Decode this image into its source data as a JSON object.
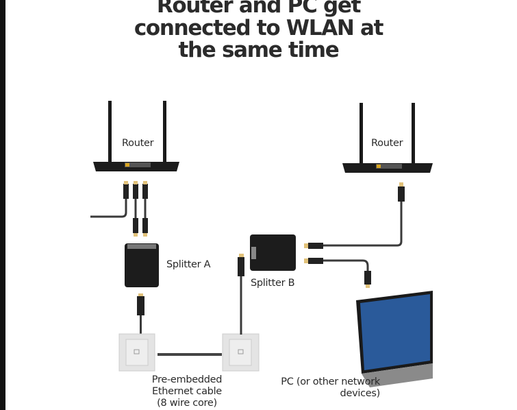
{
  "title": [
    "Router and PC get",
    "connected to WLAN at",
    "the same time"
  ],
  "labels": {
    "router_left": "Router",
    "router_right": "Router",
    "splitter_a": "Splitter A",
    "splitter_b": "Splitter B",
    "cable": [
      "Pre-embedded",
      "Ethernet cable",
      "(8 wire core)"
    ],
    "pc": [
      "PC (or other network",
      "devices)"
    ]
  },
  "colors": {
    "device": "#1c1c1c",
    "cable": "#3a3a3a",
    "plate": "#e6e6e6",
    "text": "#2a2a2a"
  }
}
